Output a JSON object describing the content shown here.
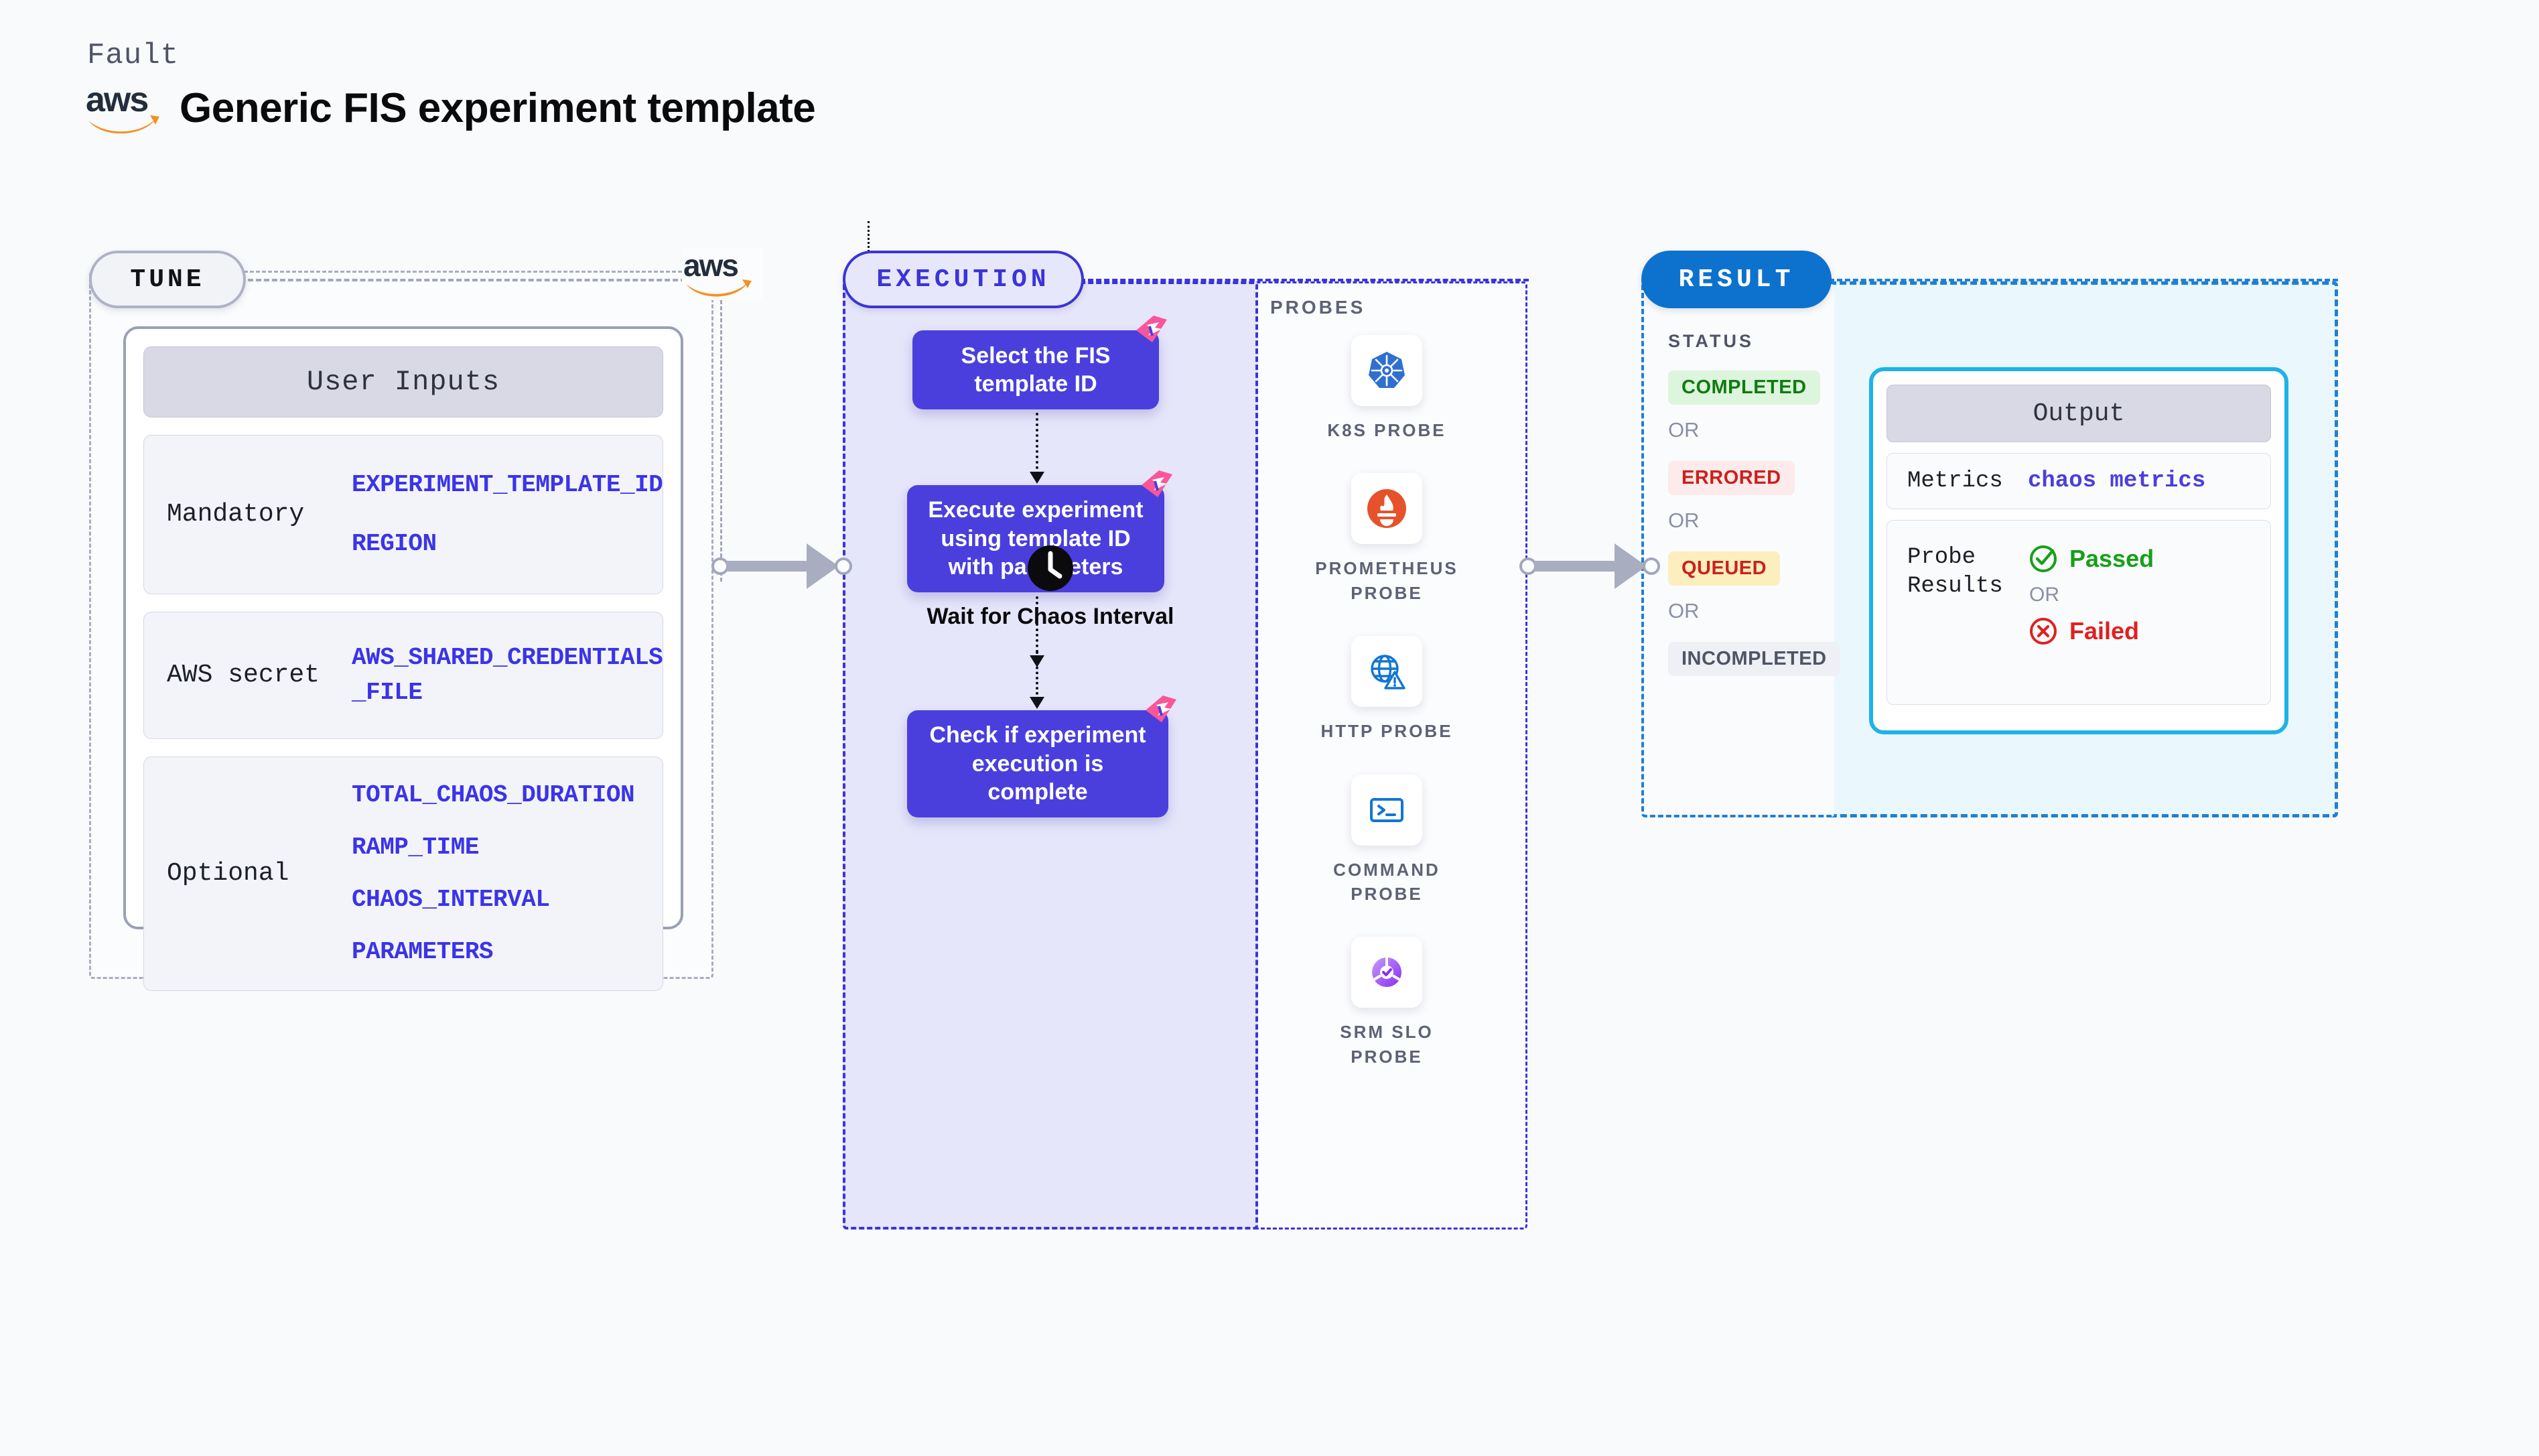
{
  "header": {
    "eyebrow": "Fault",
    "title": "Generic FIS experiment template",
    "logo_alt": "aws"
  },
  "tune": {
    "badge": "TUNE",
    "card_title": "User Inputs",
    "groups": [
      {
        "label": "Mandatory",
        "values": [
          "EXPERIMENT_TEMPLATE_ID",
          "REGION"
        ]
      },
      {
        "label": "AWS secret",
        "values": [
          "AWS_SHARED_CREDENTIALS\n_FILE"
        ]
      },
      {
        "label": "Optional",
        "values": [
          "TOTAL_CHAOS_DURATION",
          "RAMP_TIME",
          "CHAOS_INTERVAL",
          "PARAMETERS"
        ]
      }
    ]
  },
  "execution": {
    "badge": "EXECUTION",
    "steps": [
      {
        "text": "Select the FIS template ID",
        "kind": "node"
      },
      {
        "text": "Execute experiment using template ID with parameters",
        "kind": "node"
      },
      {
        "text": "Wait for Chaos Interval",
        "kind": "clock"
      },
      {
        "text": "Check if experiment execution is complete",
        "kind": "node"
      }
    ]
  },
  "probes": {
    "title": "PROBES",
    "items": [
      {
        "name": "K8S PROBE",
        "icon": "kubernetes-icon"
      },
      {
        "name": "PROMETHEUS PROBE",
        "icon": "prometheus-icon"
      },
      {
        "name": "HTTP PROBE",
        "icon": "http-globe-icon"
      },
      {
        "name": "COMMAND PROBE",
        "icon": "terminal-icon"
      },
      {
        "name": "SRM SLO PROBE",
        "icon": "srm-slo-icon"
      }
    ]
  },
  "result": {
    "badge": "RESULT",
    "status_title": "STATUS",
    "statuses": [
      "COMPLETED",
      "ERRORED",
      "QUEUED",
      "INCOMPLETED"
    ],
    "or_label": "OR",
    "output": {
      "title": "Output",
      "metrics_label": "Metrics",
      "metrics_value": "chaos metrics",
      "probe_results_label": "Probe Results",
      "passed_label": "Passed",
      "failed_label": "Failed",
      "or_label": "OR"
    }
  },
  "colors": {
    "background": "#f9fafc",
    "node_purple": "#4a3fdd",
    "execution_fill": "#e6e6fb",
    "result_fill": "#eaf8fd",
    "result_blue": "#0d72cd",
    "output_border": "#1eb2e8",
    "badge_pink": "#f9569a",
    "aws_orange": "#f59122",
    "value_blue": "#3b34e8",
    "passed_green": "#16a018",
    "failed_red": "#e02020"
  }
}
